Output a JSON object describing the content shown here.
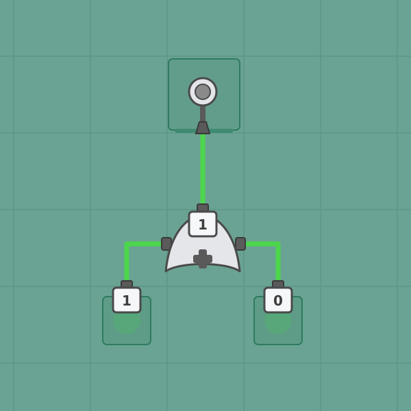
{
  "palette": {
    "background": "#6aa393",
    "grid_line": "#5f9888",
    "wire_active": "#4cd64c",
    "pad_border": "#2e7a60",
    "pad_fill": "#5e9c88",
    "component_fill": "#e4e6ea",
    "component_stroke": "#4a4a4a",
    "button_fill": "#56a87a"
  },
  "components": {
    "lever_output_value": "1",
    "adder_result_value": "1",
    "left_input_value": "1",
    "right_input_value": "0"
  }
}
